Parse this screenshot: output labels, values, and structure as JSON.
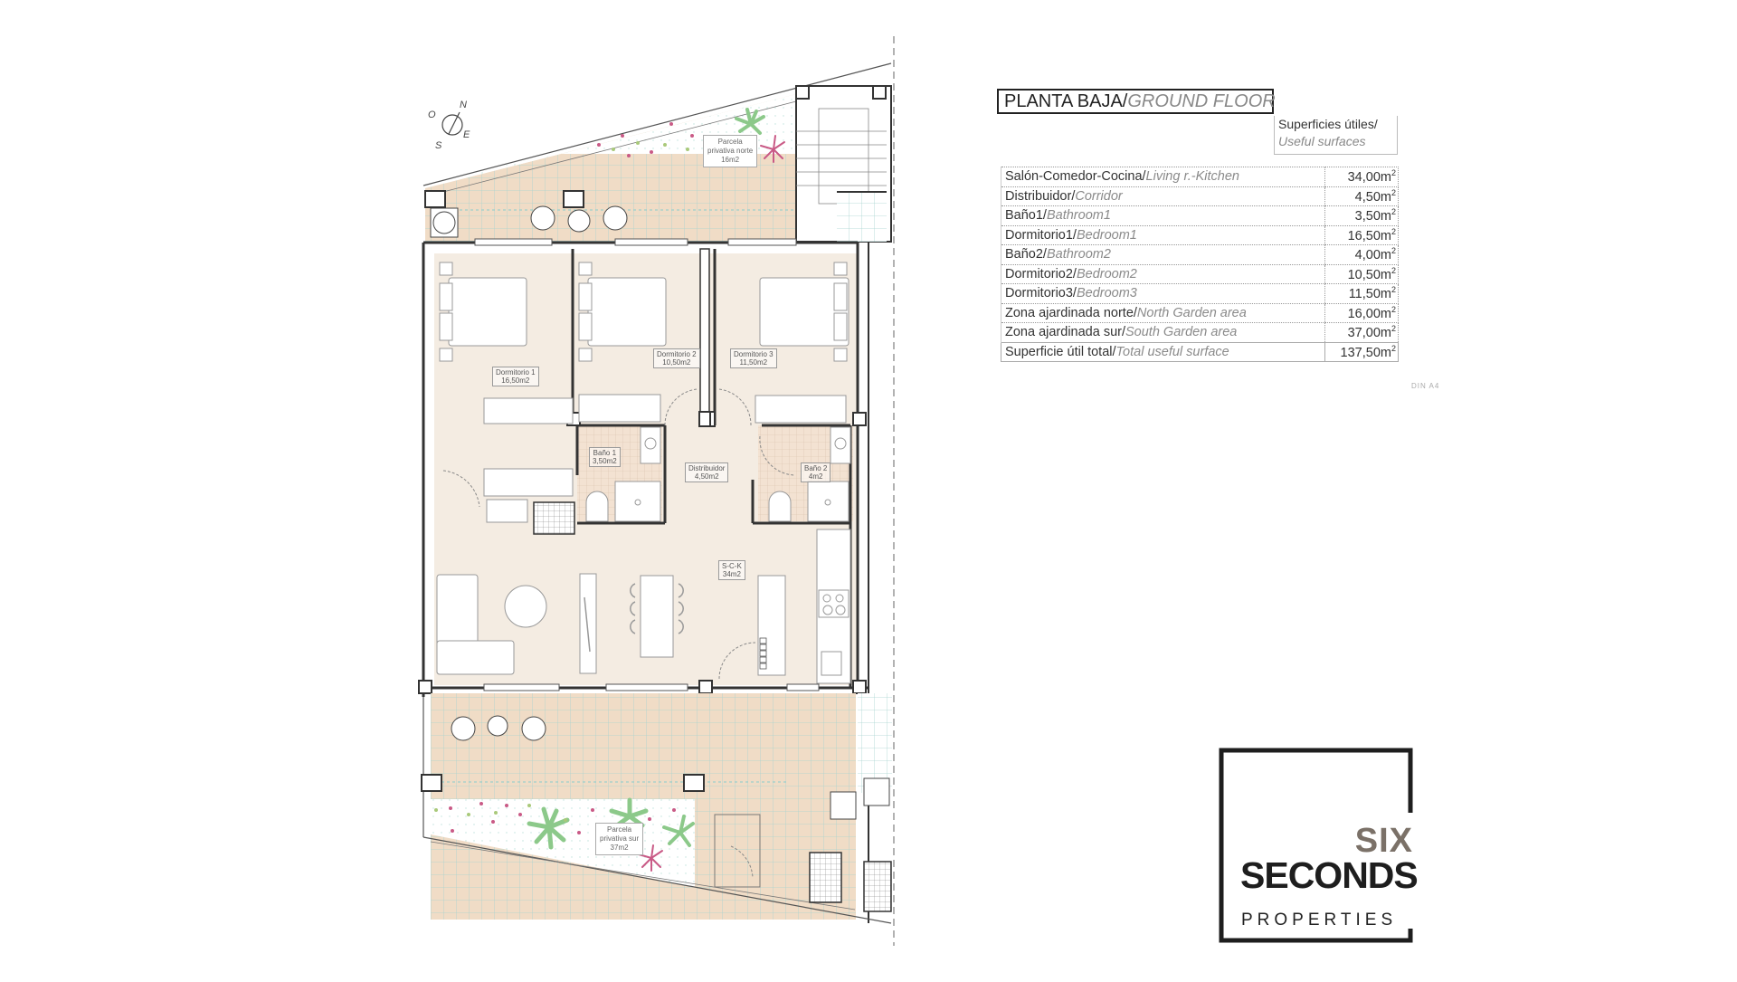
{
  "document": {
    "title": {
      "es": "PLANTA BAJA/",
      "en": "GROUND FLOOR"
    },
    "useful_surfaces_header": {
      "es": "Superficies útiles/",
      "en": "Useful surfaces"
    },
    "surfaces_table": [
      {
        "es": "Salón-Comedor-Cocina/",
        "en": "Living r.-Kitchen",
        "value": "34,00m",
        "unit_sup": "2"
      },
      {
        "es": "Distribuidor/",
        "en": "Corridor",
        "value": "4,50m",
        "unit_sup": "2"
      },
      {
        "es": "Baño1/",
        "en": "Bathroom1",
        "value": "3,50m",
        "unit_sup": "2"
      },
      {
        "es": "Dormitorio1/",
        "en": "Bedroom1",
        "value": "16,50m",
        "unit_sup": "2"
      },
      {
        "es": "Baño2/",
        "en": "Bathroom2",
        "value": "4,00m",
        "unit_sup": "2"
      },
      {
        "es": "Dormitorio2/",
        "en": "Bedroom2",
        "value": "10,50m",
        "unit_sup": "2"
      },
      {
        "es": "Dormitorio3/",
        "en": "Bedroom3",
        "value": "11,50m",
        "unit_sup": "2"
      },
      {
        "es": "Zona ajardinada norte/",
        "en": "North Garden area",
        "value": "16,00m",
        "unit_sup": "2"
      },
      {
        "es": "Zona ajardinada sur/",
        "en": "South Garden area",
        "value": "37,00m",
        "unit_sup": "2"
      }
    ],
    "total_row": {
      "es": "Superficie útil total/",
      "en": "Total useful surface",
      "value": "137,50m",
      "unit_sup": "2"
    },
    "paper_size_note": "DIN A4"
  },
  "floor_plan": {
    "compass": {
      "n": "N",
      "e": "E",
      "s": "S",
      "o": "O"
    },
    "rooms": {
      "bedroom1": {
        "name": "Dormitorio 1",
        "area": "16,50m2"
      },
      "bedroom2": {
        "name": "Dormitorio 2",
        "area": "10,50m2"
      },
      "bedroom3": {
        "name": "Dormitorio 3",
        "area": "11,50m2"
      },
      "bathroom1": {
        "name": "Baño 1",
        "area": "3,50m2"
      },
      "bathroom2": {
        "name": "Baño 2",
        "area": "4m2"
      },
      "corridor": {
        "name": "Distribuidor",
        "area": "4,50m2"
      },
      "living": {
        "name": "S-C-K",
        "area": "34m2"
      }
    },
    "gardens": {
      "north": {
        "line1": "Parcela",
        "line2": "privativa norte",
        "line3": "16m2"
      },
      "south": {
        "line1": "Parcela",
        "line2": "privativa sur",
        "line3": "37m2"
      }
    },
    "colors": {
      "interior_floor": "#f4ece2",
      "terrace_floor": "#f0dcc6",
      "wall": "#333333",
      "grid": "#9fd0cc",
      "plant_green": "#8cc98a",
      "plant_pink": "#c95a86"
    }
  },
  "logo": {
    "line1": "SIX",
    "line2": "SECONDS",
    "line3": "PROPERTIES",
    "accent_color": "#7b7168"
  }
}
